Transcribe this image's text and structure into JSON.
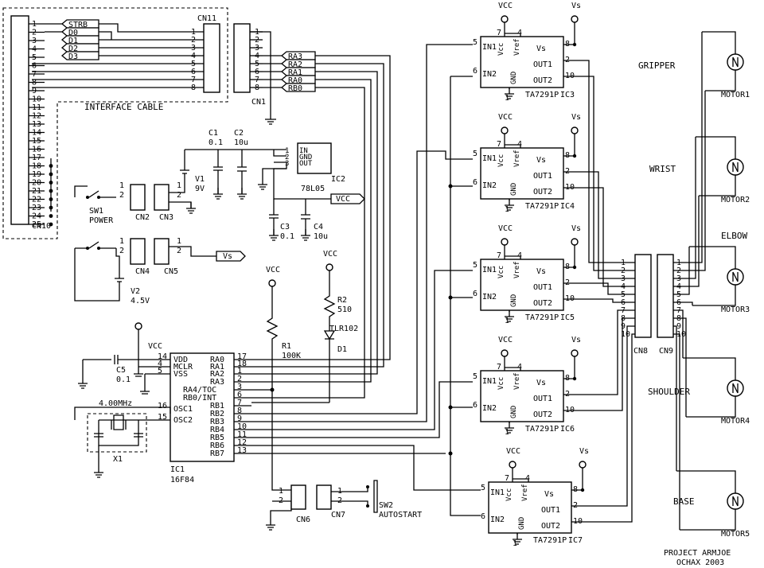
{
  "labels": {
    "cn11": "CN11",
    "cn10": "CN10",
    "cn1": "CN1",
    "interface_cable": "INTERFACE CABLE",
    "cn10_pins": [
      "1",
      "2",
      "3",
      "4",
      "5",
      "6",
      "7",
      "8",
      "9",
      "10",
      "11",
      "12",
      "13",
      "14",
      "15",
      "16",
      "17",
      "18",
      "19",
      "20",
      "21",
      "22",
      "23",
      "24",
      "25"
    ],
    "cn11_pins": [
      "1",
      "2",
      "3",
      "4",
      "5",
      "6",
      "7",
      "8"
    ],
    "cn1_pins": [
      "1",
      "2",
      "3",
      "4",
      "5",
      "6",
      "7",
      "8"
    ],
    "cable_signals": [
      "STRB",
      "D0",
      "D1",
      "D2",
      "D3"
    ],
    "cn1_signals": [
      "RA3",
      "RA2",
      "RA1",
      "RA0",
      "RB0"
    ],
    "c1": "C1",
    "c1_val": "0.1",
    "c2": "C2",
    "c2_val": "10u",
    "c3": "C3",
    "c3_val": "0.1",
    "c4": "C4",
    "c4_val": "10u",
    "c5": "C5",
    "c5_val": "0.1",
    "v1": "V1",
    "v1_val": "9V",
    "v2": "V2",
    "v2_val": "4.5V",
    "sw1": "SW1",
    "sw1_name": "POWER",
    "sw2": "SW2",
    "sw2_name": "AUTOSTART",
    "cn2": "CN2",
    "cn3": "CN3",
    "cn4": "CN4",
    "cn5": "CN5",
    "cn6": "CN6",
    "cn7": "CN7",
    "cn8": "CN8",
    "cn9": "CN9",
    "ic2": "IC2",
    "ic2_part": "78L05",
    "reg_pins": [
      "IN",
      "GND",
      "OUT"
    ],
    "reg_pin_nums": [
      "1",
      "2",
      "3"
    ],
    "vcc": "VCC",
    "vs": "Vs",
    "r1": "R1",
    "r1_val": "100K",
    "r2": "R2",
    "r2_val": "510",
    "d1": "D1",
    "d1_part": "TLR102",
    "ic1": "IC1",
    "ic1_part": "16F84",
    "pic_left_pins": [
      "VDD",
      "MCLR",
      "VSS",
      "OSC1",
      "OSC2"
    ],
    "pic_left_nums": [
      "14",
      "4",
      "5",
      "16",
      "15"
    ],
    "pic_right_pins": [
      "RA0",
      "RA1",
      "RA2",
      "RA3",
      "RA4/TOC",
      "RB0/INT",
      "RB1",
      "RB2",
      "RB3",
      "RB4",
      "RB5",
      "RB6",
      "RB7"
    ],
    "pic_right_nums": [
      "17",
      "18",
      "1",
      "2",
      "3",
      "6",
      "7",
      "8",
      "9",
      "10",
      "11",
      "12",
      "13"
    ],
    "xtal": "4.00MHz",
    "x1": "X1",
    "drv_part": "TA7291P",
    "drv_in1": "IN1",
    "drv_in2": "IN2",
    "drv_vcc": "Vcc",
    "drv_vref": "Vref",
    "drv_gnd": "GND",
    "drv_vs": "Vs",
    "drv_out1": "OUT1",
    "drv_out2": "OUT2",
    "drv_pin_nums": {
      "in1": "5",
      "in2": "6",
      "vcc": "7",
      "vref": "4",
      "gnd": "1",
      "vs": "8",
      "out1": "2",
      "out2": "10"
    },
    "drivers": [
      "IC3",
      "IC4",
      "IC5",
      "IC6",
      "IC7"
    ],
    "cn8_pins": [
      "1",
      "2",
      "3",
      "4",
      "5",
      "6",
      "7",
      "8",
      "9",
      "10"
    ],
    "cn9_pins": [
      "1",
      "2",
      "3",
      "4",
      "5",
      "6",
      "7",
      "8",
      "9",
      "10"
    ],
    "motors": [
      "MOTOR1",
      "MOTOR2",
      "MOTOR3",
      "MOTOR4",
      "MOTOR5"
    ],
    "joints": [
      "GRIPPER",
      "WRIST",
      "ELBOW",
      "SHOULDER",
      "BASE"
    ],
    "project": "PROJECT ARMJOE",
    "author": "OCHAX 2003"
  }
}
